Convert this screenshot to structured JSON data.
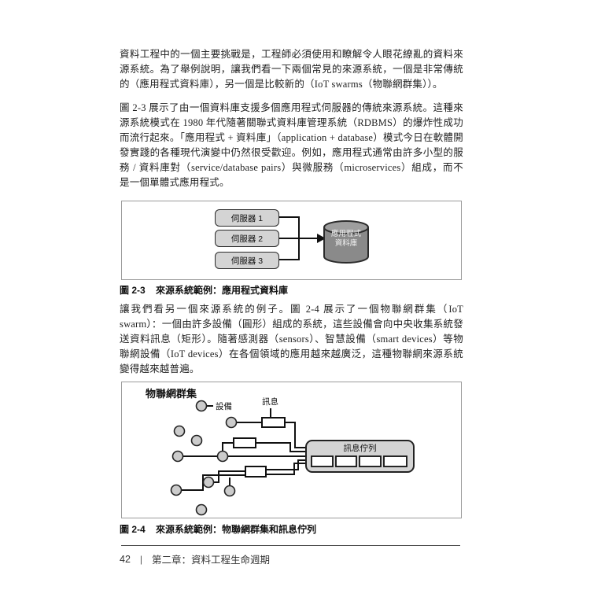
{
  "paragraphs": {
    "p1": "資料工程中的一個主要挑戰是，工程師必須使用和瞭解令人眼花繚亂的資料來源系統。為了舉例說明，讓我們看一下兩個常見的來源系統，一個是非常傳統的（應用程式資料庫），另一個是比較新的（IoT swarms（物聯網群集））。",
    "p2": "圖 2-3 展示了由一個資料庫支援多個應用程式伺服器的傳統來源系統。這種來源系統模式在 1980 年代隨著關聯式資料庫管理系統（RDBMS）的爆炸性成功而流行起來。「應用程式 + 資料庫」（application + database）模式今日在軟體開發實踐的各種現代演變中仍然很受歡迎。例如，應用程式通常由許多小型的服務 / 資料庫對（service/database pairs）與微服務（microservices）組成，而不是一個單體式應用程式。",
    "p3": "讓我們看另一個來源系統的例子。圖 2-4 展示了一個物聯網群集（IoT swarm）：一個由許多設備（圓形）組成的系統，這些設備會向中央收集系統發送資料訊息（矩形）。隨著感測器（sensors）、智慧設備（smart devices）等物聯網設備（IoT devices）在各個領域的應用越來越廣泛，這種物聯網來源系統變得越來越普遍。"
  },
  "figure_2_3": {
    "caption_label": "圖 2-3",
    "caption_text": "來源系統範例：應用程式資料庫",
    "servers": [
      "伺服器 1",
      "伺服器 2",
      "伺服器 3"
    ],
    "database_label_line1": "應用程式",
    "database_label_line2": "資料庫"
  },
  "figure_2_4": {
    "caption_label": "圖 2-4",
    "caption_text": "來源系統範例：物聯網群集和訊息佇列",
    "title": "物聯網群集",
    "device_label": "設備",
    "message_label": "訊息",
    "queue_label": "訊息佇列",
    "queue_slot_count": 4,
    "device_count": 10
  },
  "footer": {
    "page_number": "42",
    "separator": "|",
    "chapter": "第二章：資料工程生命週期"
  },
  "colors": {
    "node_fill": "#d4d4d4",
    "node_border": "#2a2a2a",
    "cylinder_body": "#8a8a8a",
    "cylinder_top": "#9e9e9e",
    "diagram_border": "#9a9a9a",
    "connector": "#111111",
    "body_text": "#222222"
  }
}
